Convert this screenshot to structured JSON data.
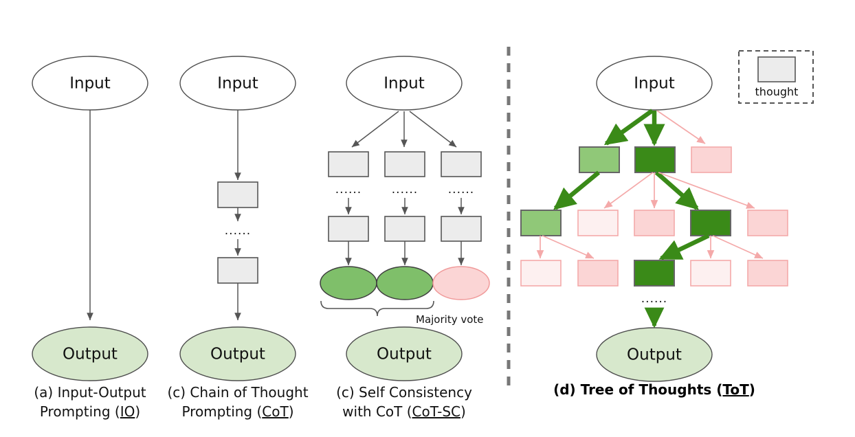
{
  "figure": {
    "title": "Comparison of prompting schemes: IO, CoT, CoT-SC, ToT",
    "colors": {
      "node_stroke": "#555555",
      "ellipse_stroke": "#4d4d4d",
      "output_fill": "#d7e8cc",
      "input_fill": "#ffffff",
      "thought_fill": "#ececec",
      "green_dark": "#3a8a18",
      "green_light": "#90c878",
      "green_ellipse": "#7fbf6a",
      "pink": "#fbd5d5",
      "pink_pale": "#fdf0f0",
      "pink_stroke": "#f4a9a9",
      "arrow_gray": "#555555",
      "divider": "#777777"
    }
  },
  "panels": [
    {
      "id": "io",
      "caption_line1": "(a) Input-Output",
      "caption_line2_pre": "Prompting (",
      "caption_line2_underline": "IO",
      "caption_line2_post": ")",
      "input_label": "Input",
      "output_label": "Output"
    },
    {
      "id": "cot",
      "caption_line1": "(c) Chain of Thought",
      "caption_line2_pre": "Prompting (",
      "caption_line2_underline": "CoT",
      "caption_line2_post": ")",
      "input_label": "Input",
      "output_label": "Output",
      "ellipsis": "......",
      "thought_count": 2
    },
    {
      "id": "cot_sc",
      "caption_line1": "(c) Self Consistency",
      "caption_line2_pre": "with CoT (",
      "caption_line2_underline": "CoT-SC",
      "caption_line2_post": ")",
      "input_label": "Input",
      "output_label": "Output",
      "ellipsis": "......",
      "majority_vote_label": "Majority vote",
      "chains": 3,
      "chain_results": [
        "green",
        "green",
        "pink"
      ]
    },
    {
      "id": "tot",
      "caption_pre": "(d) Tree of Thoughts (",
      "caption_underline": "ToT",
      "caption_post": ")",
      "input_label": "Input",
      "output_label": "Output",
      "ellipsis": "......",
      "tree": {
        "level1": [
          "green_light",
          "green_dark",
          "pink"
        ],
        "level2": [
          "green_light",
          "pink_pale",
          "pink",
          "green_dark",
          "pink"
        ],
        "level3": [
          "pink_pale",
          "pink",
          "green_dark",
          "pink_pale",
          "pink"
        ]
      }
    }
  ],
  "legend": {
    "label": "thought",
    "swatch_fill": "#ececec"
  }
}
